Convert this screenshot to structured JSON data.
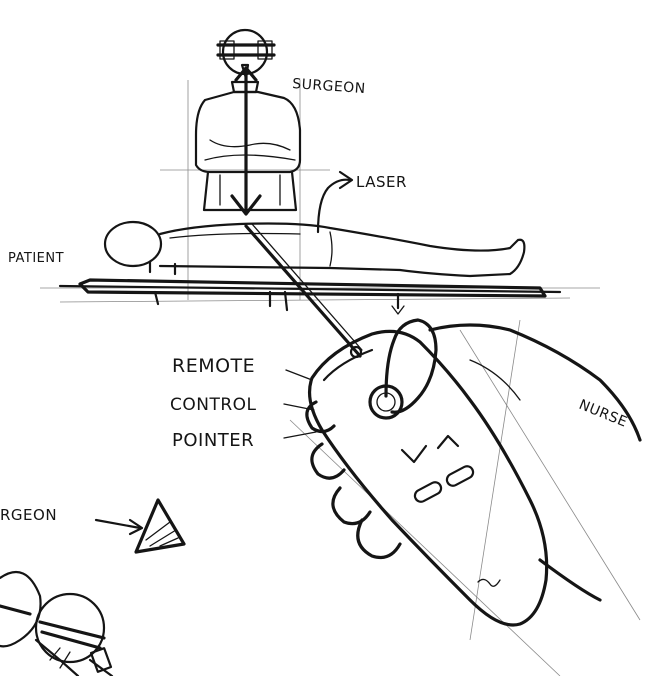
{
  "labels": {
    "surgeon_top": "SURGEON",
    "laser": "LASER",
    "patient": "PATIENT",
    "remote": "REMOTE",
    "control": "CONTROL",
    "pointer": "POINTER",
    "nurse": "NURSE",
    "surgeon_left": "RGEON"
  },
  "ink_color": "#151515",
  "background_color": "#ffffff"
}
